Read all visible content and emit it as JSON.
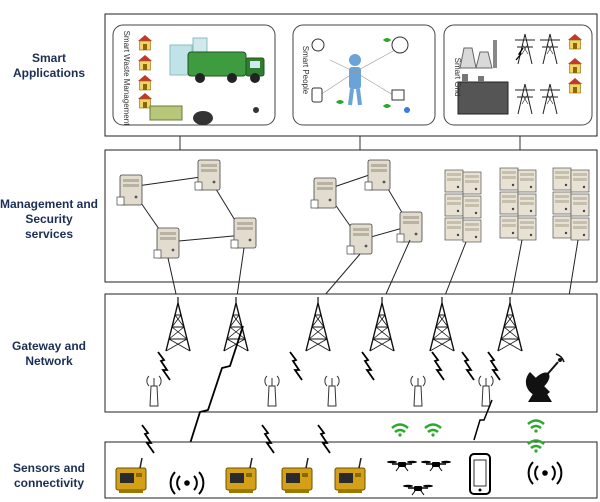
{
  "layers": [
    {
      "id": "smart-applications",
      "label": "Smart Applications"
    },
    {
      "id": "management-security",
      "label": "Management and Security services"
    },
    {
      "id": "gateway-network",
      "label": "Gateway and Network"
    },
    {
      "id": "sensors-connectivity",
      "label": "Sensors and connectivity"
    }
  ],
  "applications": [
    {
      "id": "smart-waste",
      "label": "Smart Waste Management"
    },
    {
      "id": "smart-people",
      "label": "Smart People"
    },
    {
      "id": "smart-grid",
      "label": "Smart Grid"
    }
  ],
  "colors": {
    "layer_label": "#1b2f55",
    "panel_border": "#222222",
    "sensor_body": "#d4a017",
    "wifi_signal": "#2aa82a",
    "house_roof": "#c0392b",
    "server": "#d9d3c7"
  }
}
